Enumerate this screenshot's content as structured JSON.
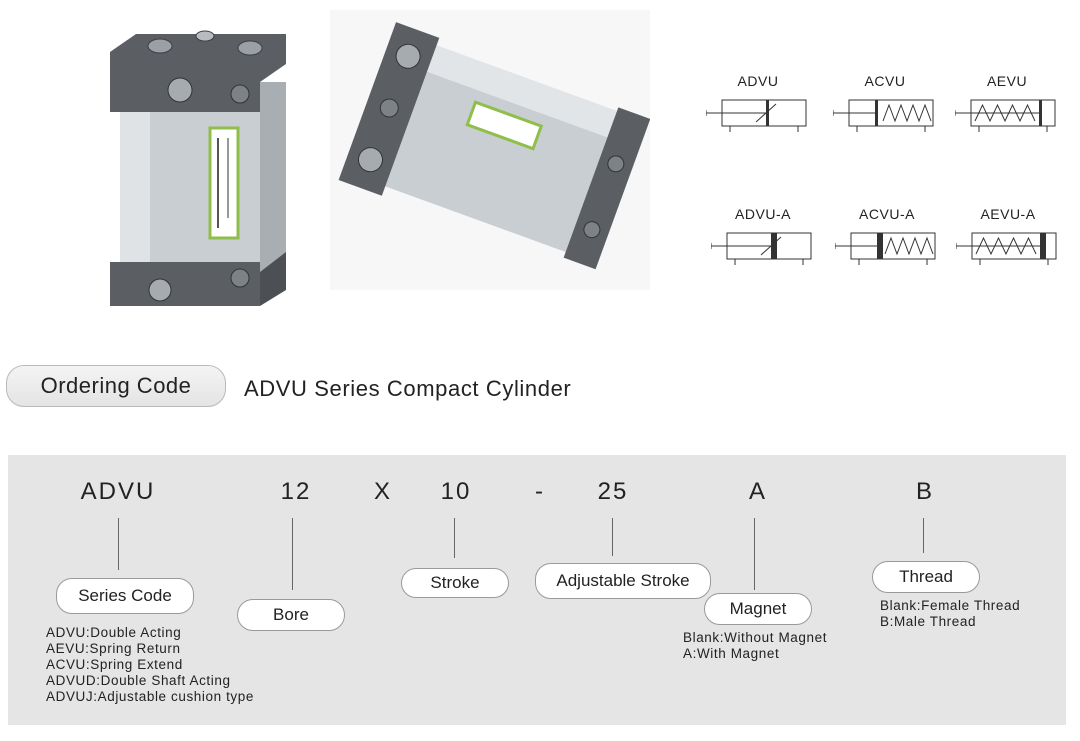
{
  "symbols": [
    {
      "label": "ADVU",
      "type": "double"
    },
    {
      "label": "ACVU",
      "type": "spring-return"
    },
    {
      "label": "AEVU",
      "type": "spring-extend"
    },
    {
      "label": "ADVU-A",
      "type": "double-magnet"
    },
    {
      "label": "ACVU-A",
      "type": "spring-return-magnet"
    },
    {
      "label": "AEVU-A",
      "type": "spring-extend-magnet"
    }
  ],
  "heading": {
    "ordering_code": "Ordering Code",
    "title": "ADVU Series Compact Cylinder"
  },
  "code": {
    "tokens": [
      "ADVU",
      "12",
      "X",
      "10",
      "-",
      "25",
      "A",
      "B"
    ]
  },
  "fields": {
    "series": {
      "label": "Series Code",
      "lines": [
        "ADVU:Double Acting",
        "AEVU:Spring Return",
        "ACVU:Spring Extend",
        "ADVUD:Double Shaft Acting",
        "ADVUJ:Adjustable cushion type"
      ]
    },
    "bore": {
      "label": "Bore"
    },
    "stroke": {
      "label": "Stroke"
    },
    "adjustable_stroke": {
      "label": "Adjustable Stroke"
    },
    "magnet": {
      "label": "Magnet",
      "lines": [
        "Blank:Without Magnet",
        "A:With Magnet"
      ]
    },
    "thread": {
      "label": "Thread",
      "lines": [
        "Blank:Female Thread",
        "B:Male Thread"
      ]
    }
  },
  "colors": {
    "band": "#e5e5e5",
    "cylinder_body": "#c9ced3",
    "cylinder_cap": "#55595e",
    "label_green": "#8fbf4a"
  }
}
